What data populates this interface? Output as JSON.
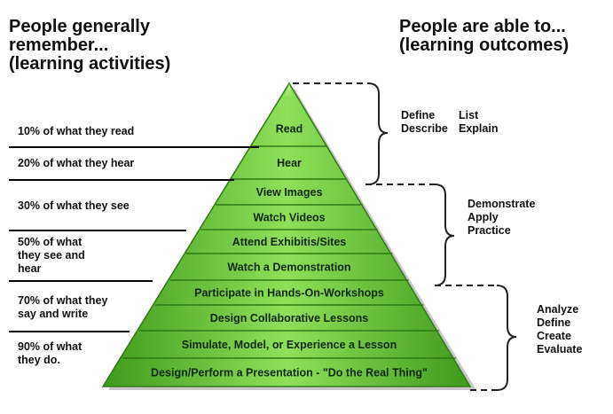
{
  "headers": {
    "left": "People generally\nremember...\n(learning activities)",
    "right": "People are able to...\n(learning outcomes)"
  },
  "activities": [
    "10% of what they read",
    "20% of what they hear",
    "30% of what they see",
    "50% of what\nthey see and\nhear",
    "70% of what they\nsay and write",
    "90% of what\nthey do."
  ],
  "pyramid_layers": [
    "Read",
    "Hear",
    "View Images",
    "Watch Videos",
    "Attend Exhibitis/Sites",
    "Watch a Demonstration",
    "Participate in Hands-On-Workshops",
    "Design Collaborative Lessons",
    "Simulate, Model, or Experience a Lesson",
    "Design/Perform a Presentation - \"Do the Real Thing\""
  ],
  "outcomes": {
    "group1": {
      "col1": "Define\nDescribe",
      "col2": "List\nExplain"
    },
    "group2": "Demonstrate\nApply\nPractice",
    "group3": "Analyze\nDefine\nCreate\nEvaluate"
  },
  "colors": {
    "pyramid_light": "#b8f08a",
    "pyramid_mid": "#6fcf3c",
    "pyramid_dark": "#3f9a1c",
    "divider": "#2f7a14"
  }
}
